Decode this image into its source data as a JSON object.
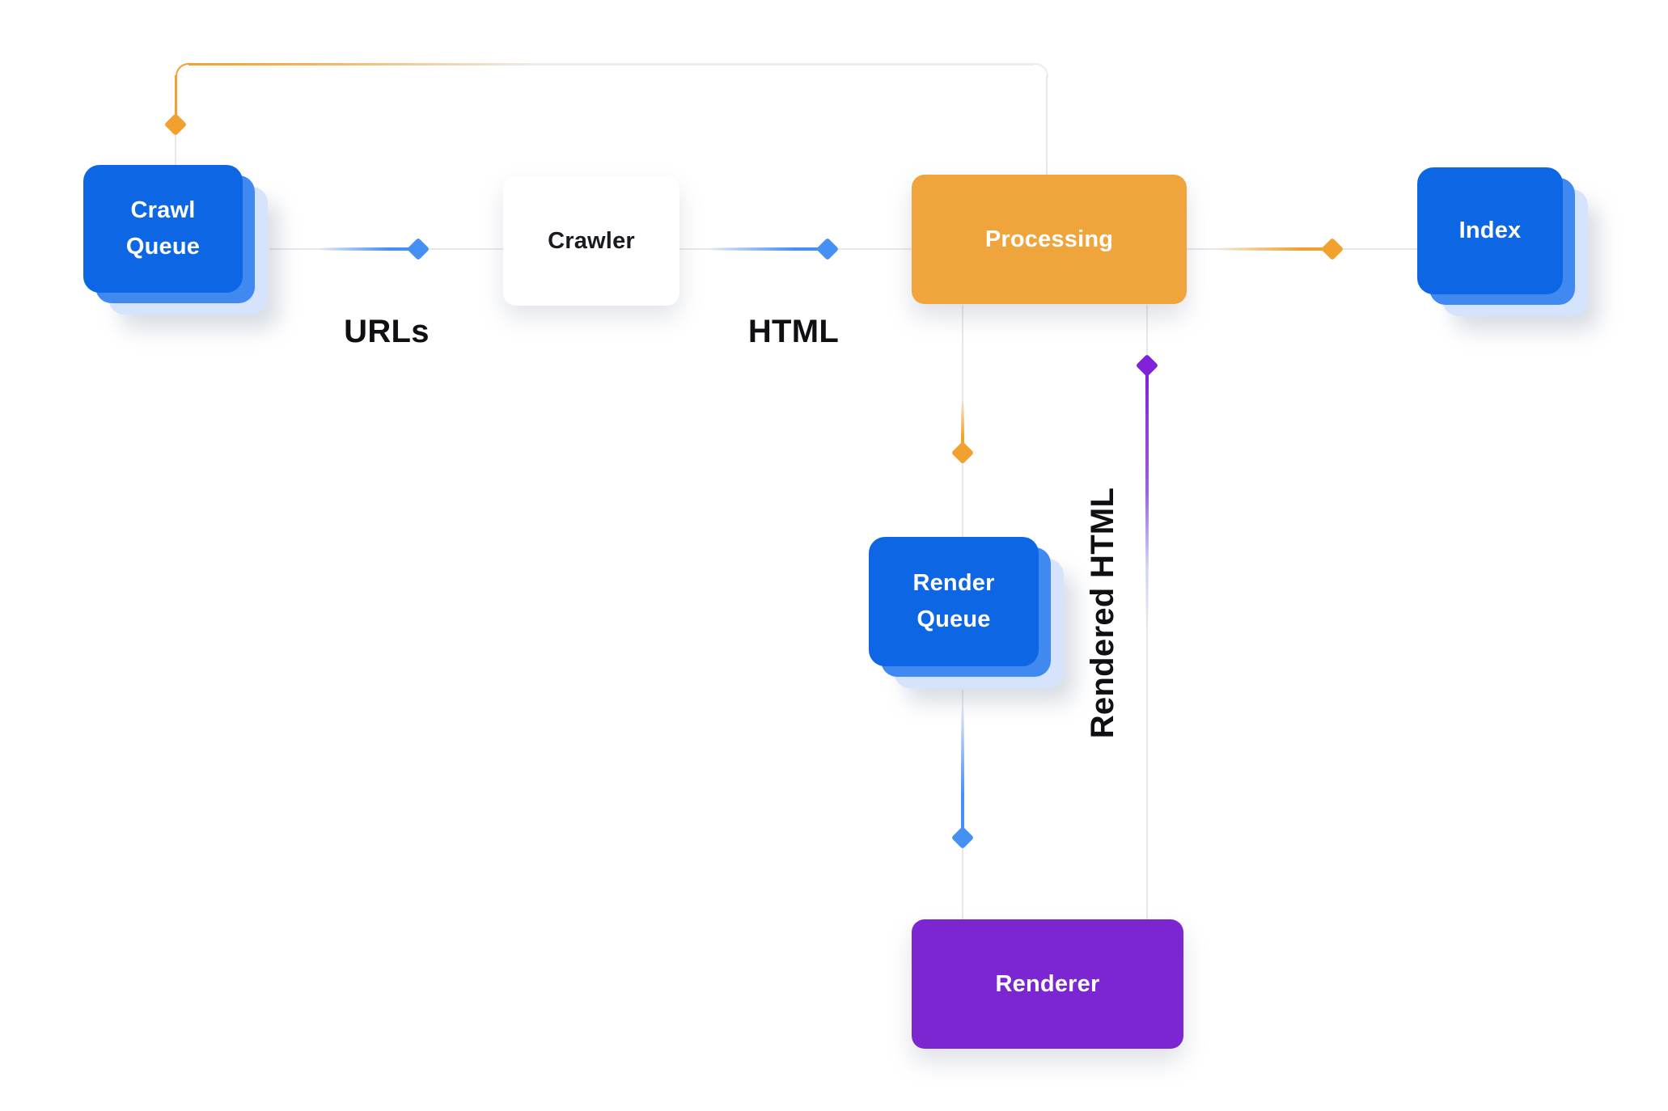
{
  "diagram": {
    "nodes": [
      {
        "id": "crawl-queue",
        "label": "Crawl\nQueue"
      },
      {
        "id": "crawler",
        "label": "Crawler"
      },
      {
        "id": "processing",
        "label": "Processing"
      },
      {
        "id": "index",
        "label": "Index"
      },
      {
        "id": "render-queue",
        "label": "Render\nQueue"
      },
      {
        "id": "renderer",
        "label": "Renderer"
      }
    ],
    "edge_labels": [
      {
        "id": "urls",
        "text": "URLs"
      },
      {
        "id": "html",
        "text": "HTML"
      },
      {
        "id": "rendered-html",
        "text": "Rendered HTML"
      }
    ],
    "markers": [
      {
        "id": "processing-to-crawl-queue",
        "shape": "diamond",
        "direction": "down",
        "color": "#f2a12e"
      },
      {
        "id": "crawl-queue-to-crawler",
        "shape": "diamond",
        "direction": "right",
        "color": "#4590f5"
      },
      {
        "id": "crawler-to-processing",
        "shape": "diamond",
        "direction": "right",
        "color": "#4590f5"
      },
      {
        "id": "processing-to-index",
        "shape": "diamond",
        "direction": "right",
        "color": "#f2a12e"
      },
      {
        "id": "processing-to-render-queue",
        "shape": "diamond",
        "direction": "down",
        "color": "#f2a12e"
      },
      {
        "id": "render-queue-to-renderer",
        "shape": "diamond",
        "direction": "down",
        "color": "#4590f5"
      },
      {
        "id": "renderer-to-processing",
        "shape": "diamond",
        "direction": "up",
        "color": "#7f22d9"
      }
    ],
    "colors": {
      "background": "#ffffff",
      "node_blue": "#0d67e4",
      "node_blue_layer2": "#4089f1",
      "node_blue_layer3": "#d5e3fc",
      "node_orange": "#f0a43c",
      "node_purple": "#7c26d2",
      "node_white": "#ffffff",
      "edge_gray": "#e8e8ea",
      "edge_blue": "#4590f5",
      "edge_orange": "#f2a12e",
      "edge_purple": "#7f22d9",
      "label_text": "#0e1013",
      "node_text_light": "#ffffff",
      "node_text_dark": "#181b20"
    }
  }
}
